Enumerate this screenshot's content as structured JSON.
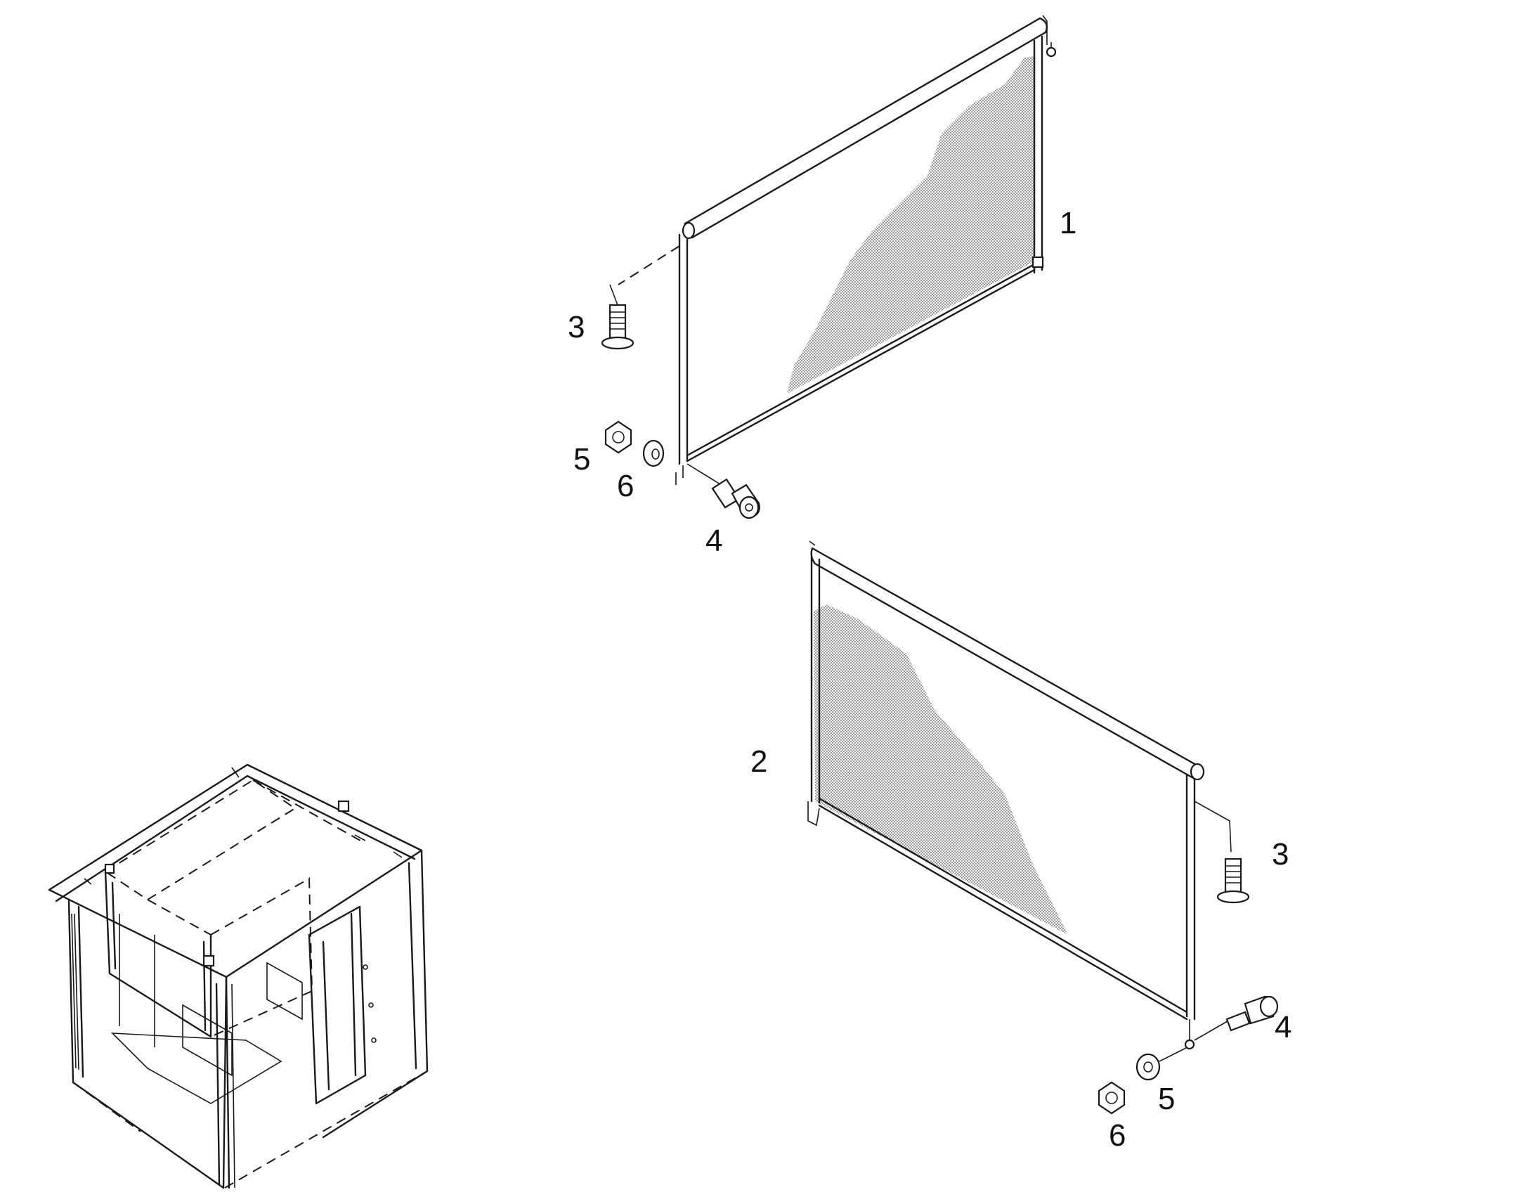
{
  "callouts": {
    "upper_1": "1",
    "upper_3": "3",
    "upper_5": "5",
    "upper_6": "6",
    "upper_4": "4",
    "lower_2": "2",
    "lower_3": "3",
    "lower_4": "4",
    "lower_5": "5",
    "lower_6": "6"
  },
  "colors": {
    "line": "#1a1a1a",
    "mesh": "#b8b8b8",
    "background": "#ffffff"
  }
}
